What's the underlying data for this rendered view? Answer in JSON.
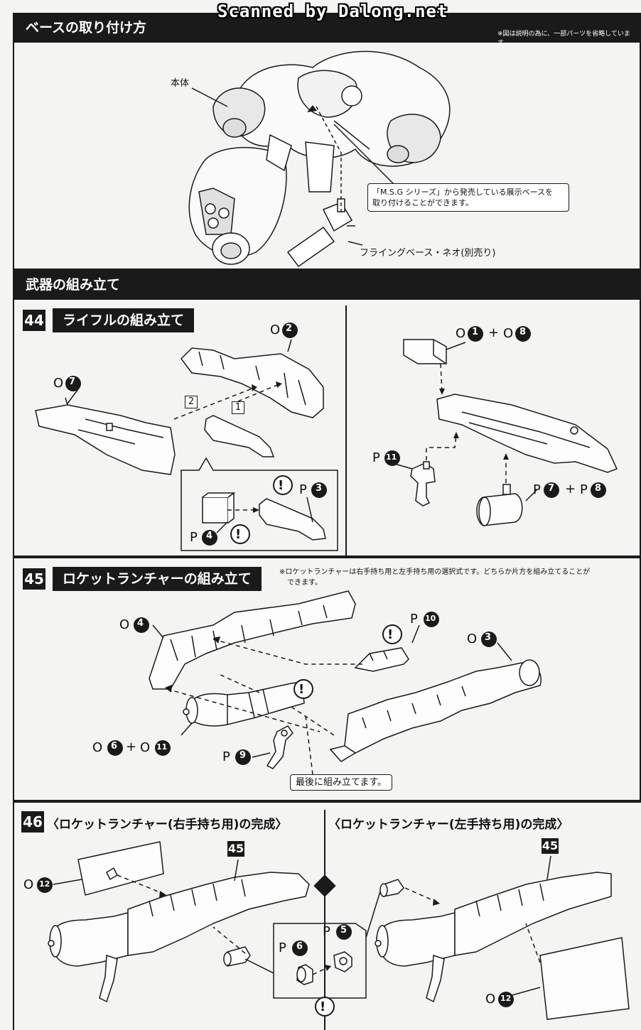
{
  "watermark": "Scanned by Dalong.net",
  "base_section": {
    "title": "ベースの取り付け方",
    "note": "※図は説明の為に、一部パーツを省略しています。",
    "label_body": "本体",
    "callout": "「M.S.G シリーズ」から発売している展示ベースを取り付けることができます。",
    "callout_line1": "「M.S.G シリーズ」から発売している展示ベースを",
    "callout_line2": "取り付けることができます。",
    "label_base": "フライングベース・ネオ(別売り)"
  },
  "weapon_section": {
    "title": "武器の組み立て"
  },
  "step44": {
    "number": "44",
    "title": "ライフルの組み立て",
    "labels": {
      "o2": "O",
      "o2_num": "2",
      "o7": "O",
      "o7_num": "7",
      "p3": "P",
      "p3_num": "3",
      "p4": "P",
      "p4_num": "4",
      "order1": "1",
      "order2": "2",
      "o1": "O",
      "o1_num": "1",
      "plus1": "+",
      "o8": "O",
      "o8_num": "8",
      "p11": "P",
      "p11_num": "11",
      "p7": "P",
      "p7_num": "7",
      "plus2": "+",
      "p8": "P",
      "p8_num": "8"
    }
  },
  "step45": {
    "number": "45",
    "title": "ロケットランチャーの組み立て",
    "note_line1": "※ロケットランチャーは右手持ち用と左手持ち用の選択式です。どちらか片方を組み立てることが",
    "note_line2": "できます。",
    "labels": {
      "o4": "O",
      "o4_num": "4",
      "p10": "P",
      "p10_num": "10",
      "o3": "O",
      "o3_num": "3",
      "o6": "O",
      "o6_num": "6",
      "plus": "+",
      "o11": "O",
      "o11_num": "11",
      "p9": "P",
      "p9_num": "9"
    },
    "callout": "最後に組み立てます。"
  },
  "step46": {
    "number": "46",
    "title_right": "〈ロケットランチャー(右手持ち用)の完成〉",
    "title_left": "〈ロケットランチャー(左手持ち用)の完成〉",
    "ref_left": "45",
    "ref_right": "45",
    "labels": {
      "o12_left": "O",
      "o12_left_num": "12",
      "p6": "P",
      "p6_num": "6",
      "p5": "P",
      "p5_num": "5",
      "o12_right": "O",
      "o12_right_num": "12"
    }
  }
}
